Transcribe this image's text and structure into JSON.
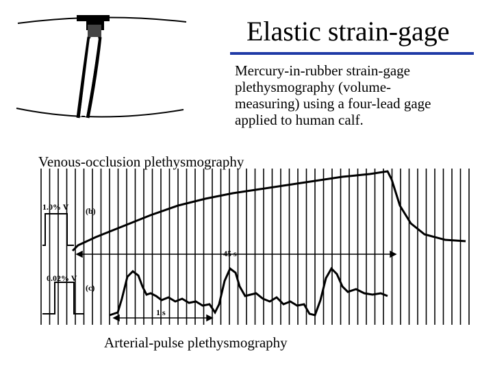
{
  "title": "Elastic strain-gage",
  "colors": {
    "title_rule": "#1f3aa6",
    "ink": "#000000"
  },
  "description": "Mercury-in-rubber strain-gage\nplethysmography (volume-\nmeasuring) using a four-lead gage\napplied to human calf.",
  "figure_labels": {
    "venous": "Venous-occlusion plethysmography",
    "arterial": "Arterial-pulse plethysmography"
  },
  "trace_b": {
    "cal": "1.0% V",
    "panel": "(b)",
    "duration": "45 s"
  },
  "trace_c": {
    "cal": "0.02% V",
    "panel": "(c)",
    "duration": "1 s"
  }
}
